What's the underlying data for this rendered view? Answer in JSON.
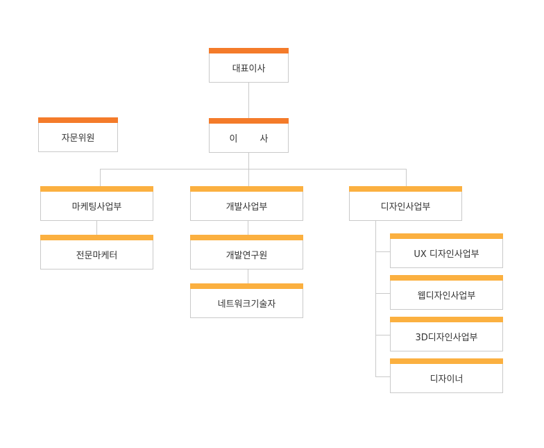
{
  "org": {
    "ceo": "대표이사",
    "director": "이 사",
    "advisory": "자문위원",
    "marketing": "마케팅사업부",
    "marketing_expert": "전문마케터",
    "development": "개발사업부",
    "dev_research": "개발연구원",
    "network_tech": "네트워크기술자",
    "design": "디자인사업부",
    "ux_design": "UX 디자인사업부",
    "web_design": "웹디자인사업부",
    "design_3d": "3D디자인사업부",
    "designer": "디자이너"
  },
  "colors": {
    "executive_bar": "#f47b2a",
    "department_bar": "#fbb040",
    "border": "#c9c9c9",
    "line": "#c9c9c9"
  }
}
